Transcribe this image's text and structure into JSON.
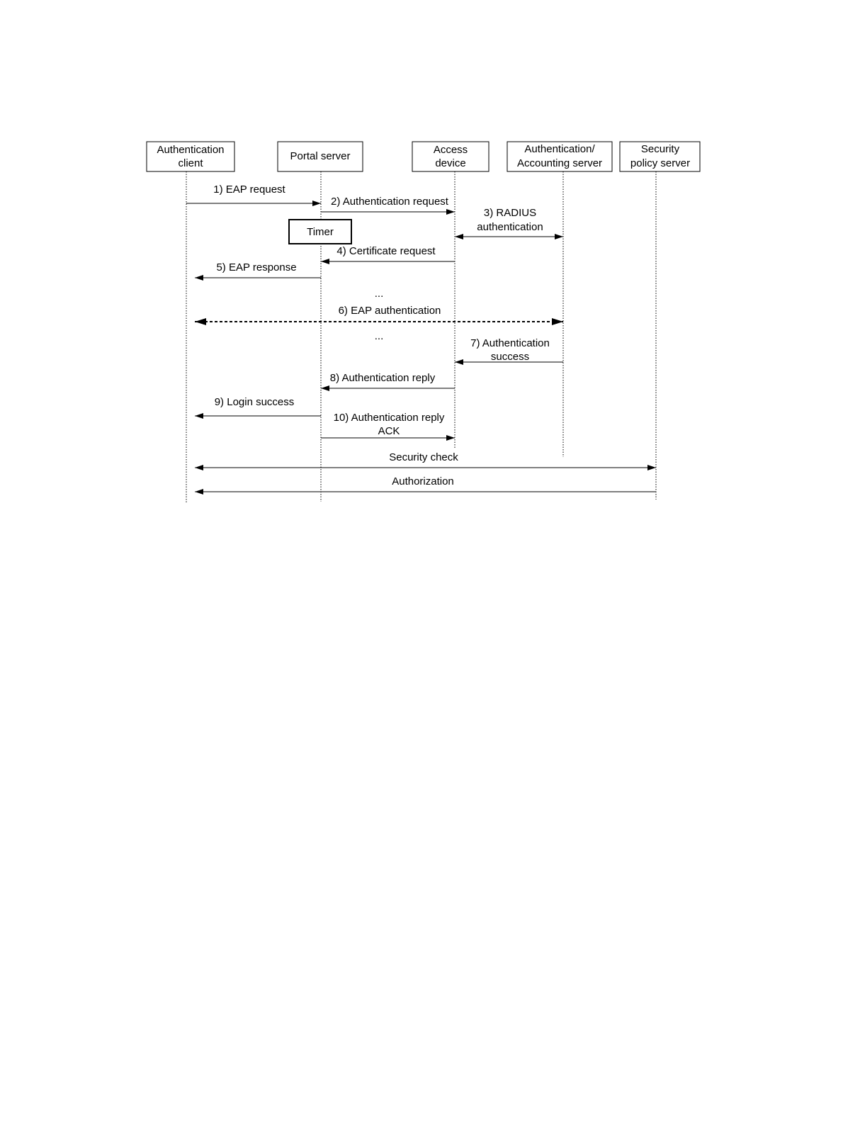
{
  "participants": [
    {
      "id": "client",
      "lines": [
        "Authentication",
        "client"
      ]
    },
    {
      "id": "portal",
      "lines": [
        "Portal server"
      ]
    },
    {
      "id": "access",
      "lines": [
        "Access",
        "device"
      ]
    },
    {
      "id": "aaa",
      "lines": [
        "Authentication/",
        "Accounting server"
      ]
    },
    {
      "id": "policy",
      "lines": [
        "Security",
        "policy server"
      ]
    }
  ],
  "timer_label": "Timer",
  "ellipsis": "...",
  "messages": [
    {
      "id": "m1",
      "from": "client",
      "to": "portal",
      "lines": [
        "1) EAP request"
      ]
    },
    {
      "id": "m2",
      "from": "portal",
      "to": "access",
      "lines": [
        "2) Authentication request"
      ]
    },
    {
      "id": "m3",
      "from": "access",
      "to": "aaa",
      "bidirectional": true,
      "lines": [
        "3) RADIUS",
        "authentication"
      ]
    },
    {
      "id": "m4",
      "from": "access",
      "to": "portal",
      "lines": [
        "4) Certificate request"
      ]
    },
    {
      "id": "m5",
      "from": "portal",
      "to": "client",
      "lines": [
        "5) EAP response"
      ]
    },
    {
      "id": "m6",
      "from": "client",
      "to": "aaa",
      "bidirectional": true,
      "dashed": true,
      "lines": [
        "6) EAP authentication"
      ]
    },
    {
      "id": "m7",
      "from": "aaa",
      "to": "access",
      "lines": [
        "7) Authentication",
        "success"
      ]
    },
    {
      "id": "m8",
      "from": "access",
      "to": "portal",
      "lines": [
        "8) Authentication reply"
      ]
    },
    {
      "id": "m9",
      "from": "portal",
      "to": "client",
      "lines": [
        "9) Login success"
      ]
    },
    {
      "id": "m10",
      "from": "portal",
      "to": "access",
      "lines": [
        "10) Authentication reply",
        "ACK"
      ]
    },
    {
      "id": "m11",
      "from": "client",
      "to": "policy",
      "bidirectional": true,
      "lines": [
        "Security check"
      ]
    },
    {
      "id": "m12",
      "from": "policy",
      "to": "client",
      "lines": [
        "Authorization"
      ]
    }
  ]
}
